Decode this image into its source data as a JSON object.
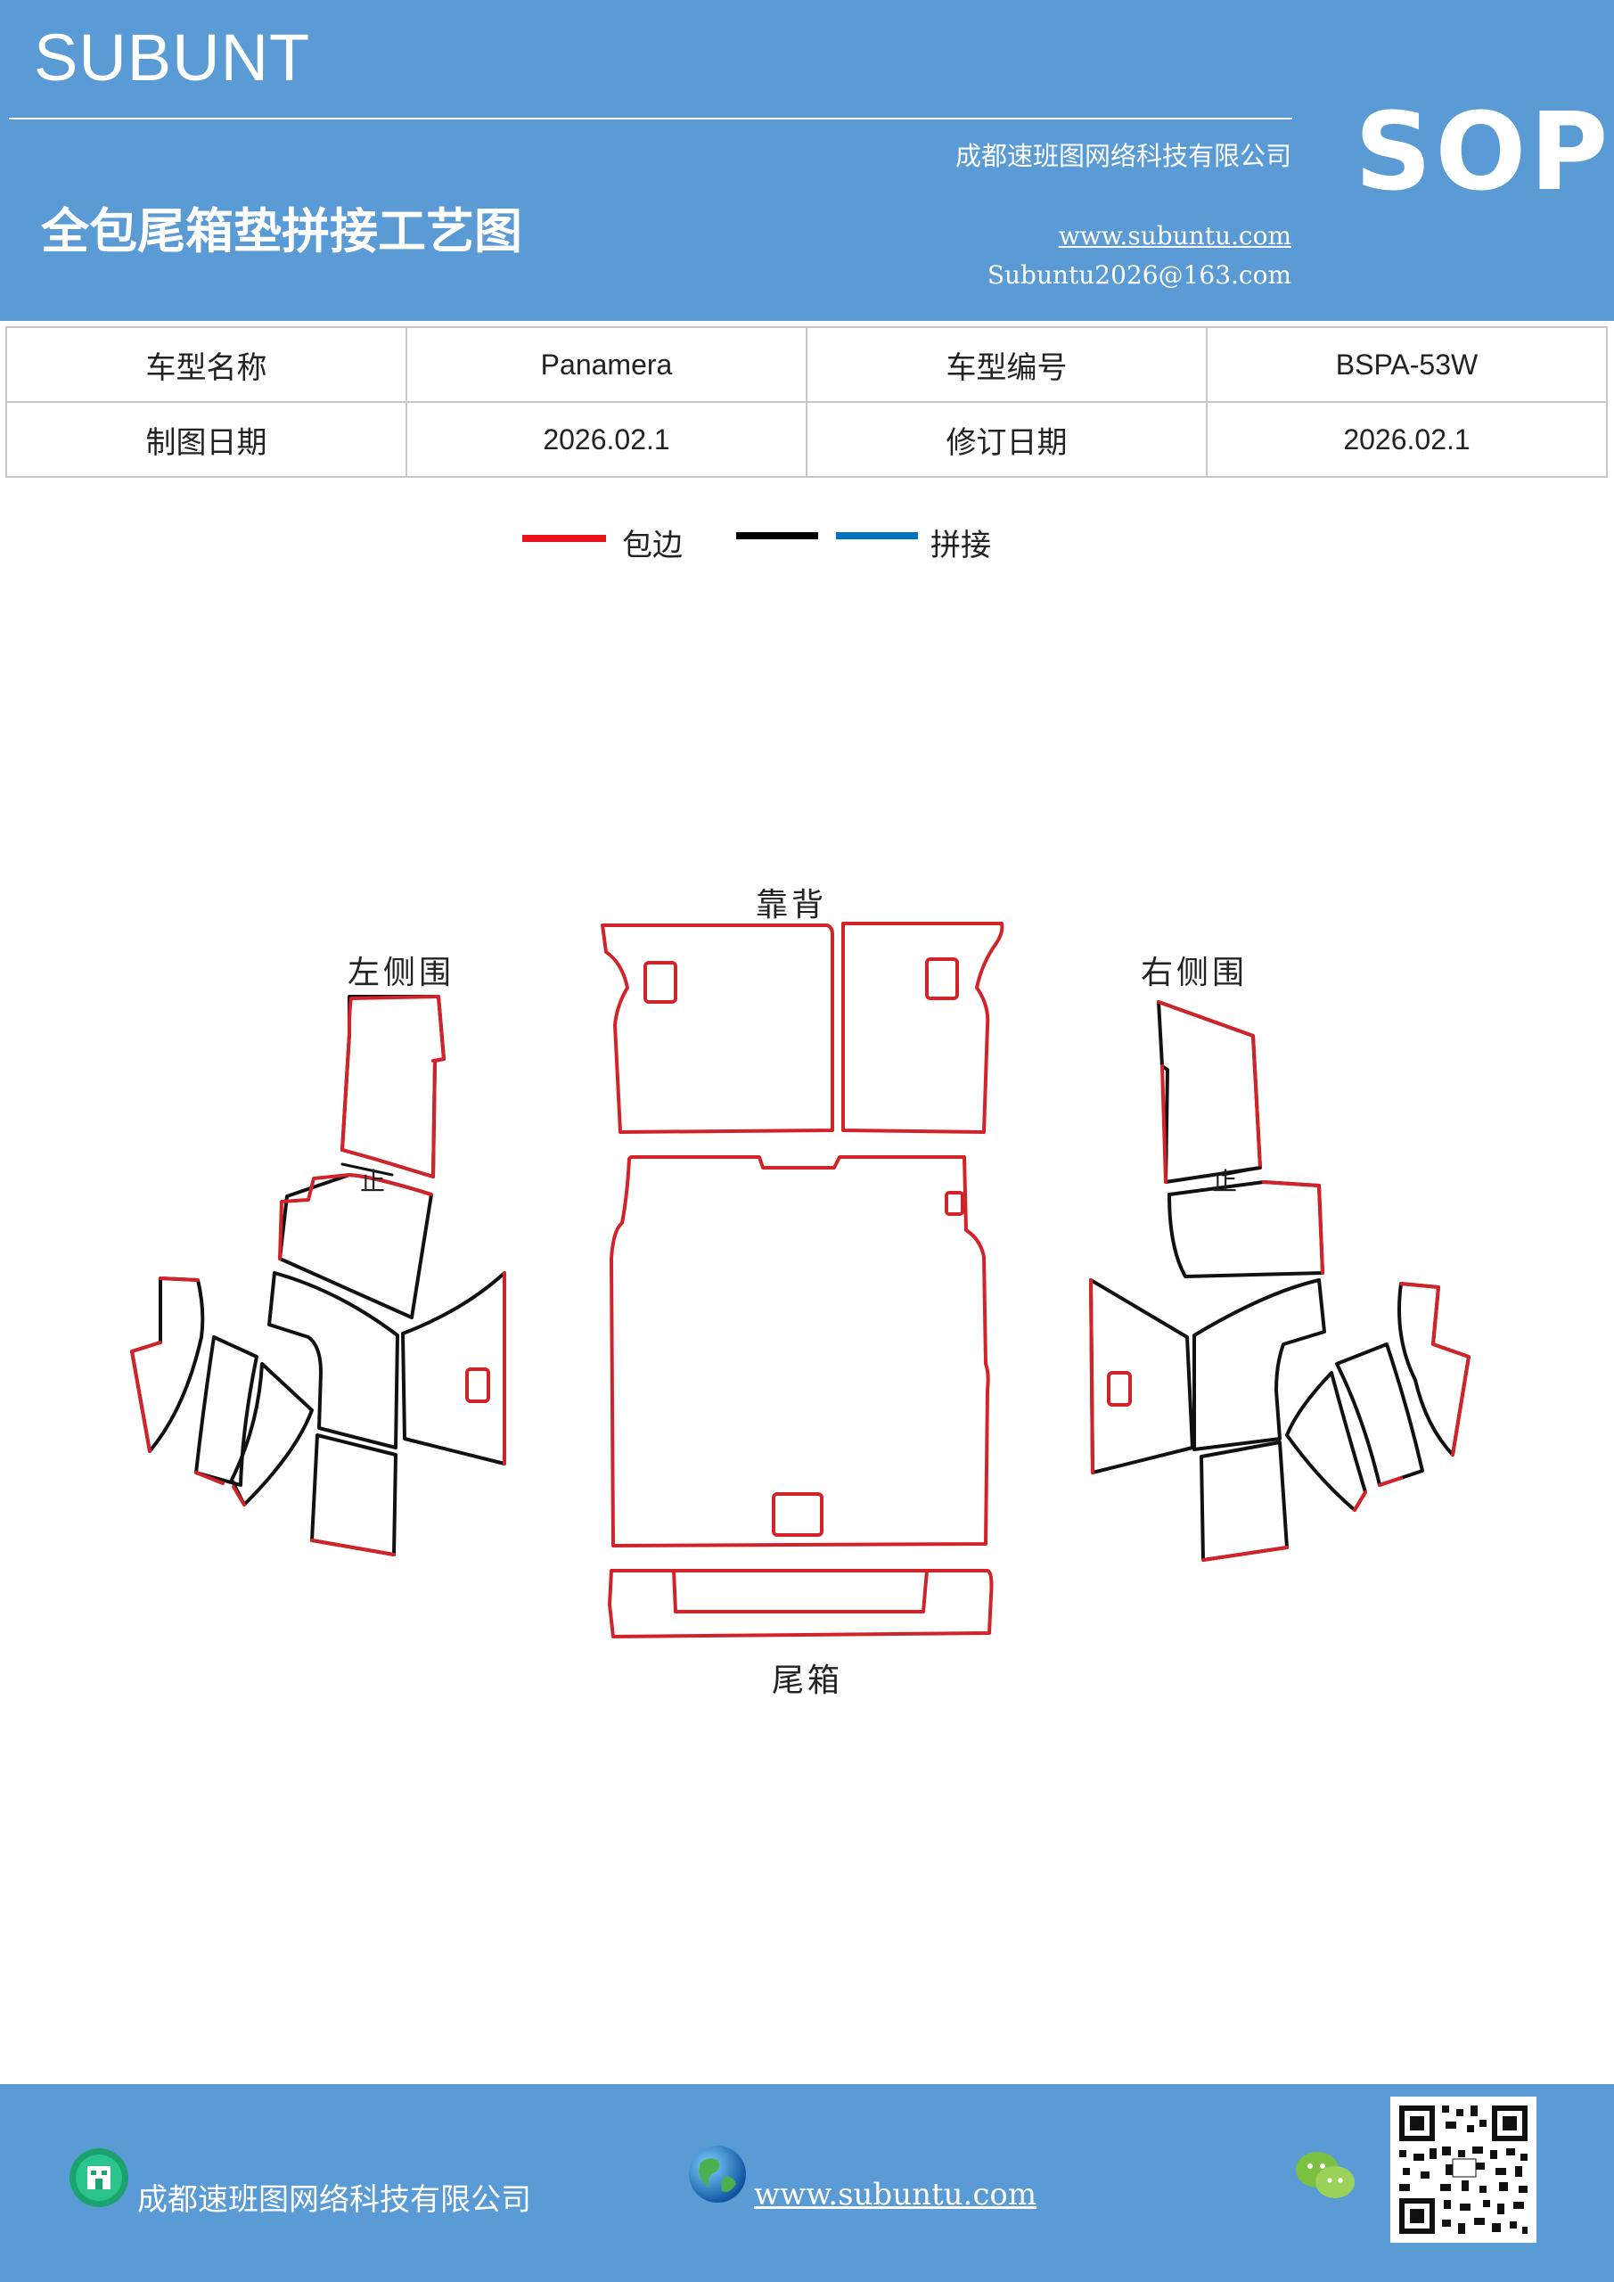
{
  "header": {
    "brand": "SUBUNT",
    "company": "成都速班图网络科技有限公司",
    "title": "全包尾箱垫拼接工艺图",
    "website": "www.subuntu.com",
    "email": "Subuntu2026@163.com",
    "badge": "SOP",
    "background_color": "#5b9bd5"
  },
  "info_table": {
    "rows": [
      {
        "label1": "车型名称",
        "value1": "Panamera",
        "label2": "车型编号",
        "value2": "BSPA-53W"
      },
      {
        "label1": "制图日期",
        "value1": "2026.02.1",
        "label2": "修订日期",
        "value2": "2026.02.1"
      }
    ]
  },
  "legend": {
    "edge_label": "包边",
    "splice_label": "拼接",
    "edge_color": "#e8141c",
    "black_color": "#000000",
    "splice_color": "#0070c0"
  },
  "diagram": {
    "labels": {
      "backrest": "靠背",
      "left_side": "左侧围",
      "right_side": "右侧围",
      "trunk": "尾箱",
      "left_mark": "止",
      "right_mark": "止"
    },
    "edge_color": "#d2232a",
    "splice_color": "#111111"
  },
  "footer": {
    "company": "成都速班图网络科技有限公司",
    "website": "www.subuntu.com",
    "icons": [
      "building-icon",
      "globe-icon",
      "wechat-icon",
      "qr-code"
    ]
  }
}
